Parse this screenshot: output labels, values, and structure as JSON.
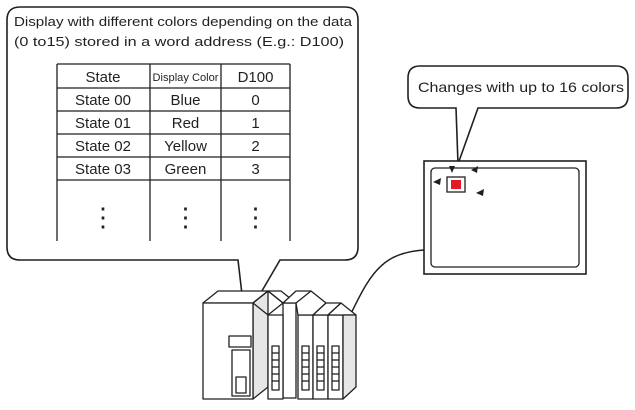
{
  "left_callout": {
    "line1": "Display with different colors depending on the data",
    "line2": "(0 to15) stored in a word address (E.g.: D100)"
  },
  "table": {
    "headers": [
      "State",
      "Display Color",
      "D100"
    ],
    "rows": [
      [
        "State 00",
        "Blue",
        "0"
      ],
      [
        "State 01",
        "Red",
        "1"
      ],
      [
        "State 02",
        "Yellow",
        "2"
      ],
      [
        "State 03",
        "Green",
        "3"
      ],
      [
        "⋮",
        "⋮",
        "⋮"
      ]
    ]
  },
  "right_callout": {
    "text": "Changes with up to 16 colors"
  },
  "colors": {
    "lamp": "#e21b23",
    "ink": "#231f20",
    "panel_gray": "#d9d9d9"
  }
}
